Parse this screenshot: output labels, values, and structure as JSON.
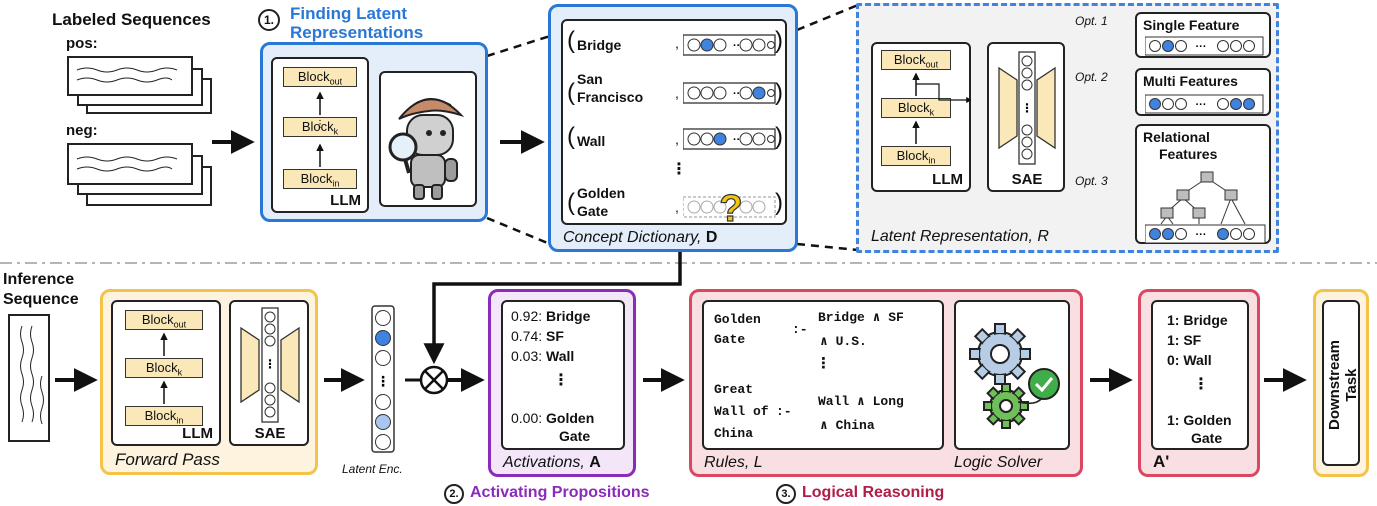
{
  "input": {
    "title": "Labeled Sequences",
    "pos": "pos:",
    "neg": "neg:"
  },
  "step1": {
    "num": "1.",
    "title_line1": "Finding Latent",
    "title_line2": "Representations",
    "llm_label": "LLM",
    "block_out": "Block",
    "block_out_sub": "out",
    "block_k": "Block",
    "block_k_sub": "k",
    "block_in": "Block",
    "block_in_sub": "in"
  },
  "concept_dict": {
    "caption": "Concept Dictionary, ",
    "caption_sym": "D",
    "entries": [
      {
        "line1": "Bridge",
        "line2": ""
      },
      {
        "line1": "San",
        "line2": "Francisco"
      },
      {
        "line1": "Wall",
        "line2": ""
      },
      {
        "line1": "Golden",
        "line2": "Gate"
      }
    ],
    "vdots": "⋮",
    "question": "?"
  },
  "latent_rep": {
    "caption": "Latent Representation, R",
    "llm_label": "LLM",
    "sae_label": "SAE",
    "opt1": "Opt. 1",
    "opt2": "Opt. 2",
    "opt3": "Opt. 3",
    "single": "Single Feature",
    "multi": "Multi Features",
    "relational_line1": "Relational",
    "relational_line2": "Features"
  },
  "inference": {
    "title_line1": "Inference",
    "title_line2": "Sequence",
    "forward_caption": "Forward Pass",
    "llm_label": "LLM",
    "sae_label": "SAE",
    "latent_enc": "Latent Enc."
  },
  "activations": {
    "caption": "Activations, ",
    "caption_sym": "A",
    "rows": [
      {
        "value": "0.92:",
        "name": "Bridge"
      },
      {
        "value": "0.74:",
        "name": "SF"
      },
      {
        "value": "0.03:",
        "name": "Wall"
      }
    ],
    "last_value": "0.00:",
    "last_name_line1": "Golden",
    "last_name_line2": "Gate",
    "step_num": "2.",
    "step_title": "Activating Propositions"
  },
  "reasoning": {
    "rule1_head_line1": "Golden",
    "rule1_head_line2": "Gate",
    "rule1_op": ":-",
    "rule1_body_line1": "Bridge ∧ SF",
    "rule1_body_line2": "∧ U.S.",
    "rule2_head_line1": "Great",
    "rule2_head_line2": "Wall of",
    "rule2_head_line3": "China",
    "rule2_op": ":-",
    "rule2_body_line1": "Wall ∧ Long",
    "rule2_body_line2": "∧ China",
    "rules_caption": "Rules, L",
    "solver_caption": "Logic Solver",
    "step_num": "3.",
    "step_title": "Logical Reasoning"
  },
  "output": {
    "rows": [
      {
        "value": "1:",
        "name": "Bridge"
      },
      {
        "value": "1:",
        "name": "SF"
      },
      {
        "value": "0:",
        "name": "Wall"
      }
    ],
    "last_value": "1:",
    "last_name_line1": "Golden",
    "last_name_line2": "Gate",
    "caption": "A'"
  },
  "downstream": {
    "line1": "Downstream",
    "line2": "Task"
  },
  "colors": {
    "blue_accent": "#2a78d6",
    "blue_bg": "#e4eefb",
    "purple_accent": "#8a2bb9",
    "purple_bg": "#f3e6f8",
    "red_accent": "#d94860",
    "red_bg": "#f9dfe2",
    "yellow_accent": "#f3c34a",
    "yellow_bg": "#fdf3df",
    "gray_bg": "#f2f2f2",
    "neuron_blue": "#3f82e0",
    "neuron_light": "#a9c6ee",
    "block_fill": "#fbe8b8"
  }
}
